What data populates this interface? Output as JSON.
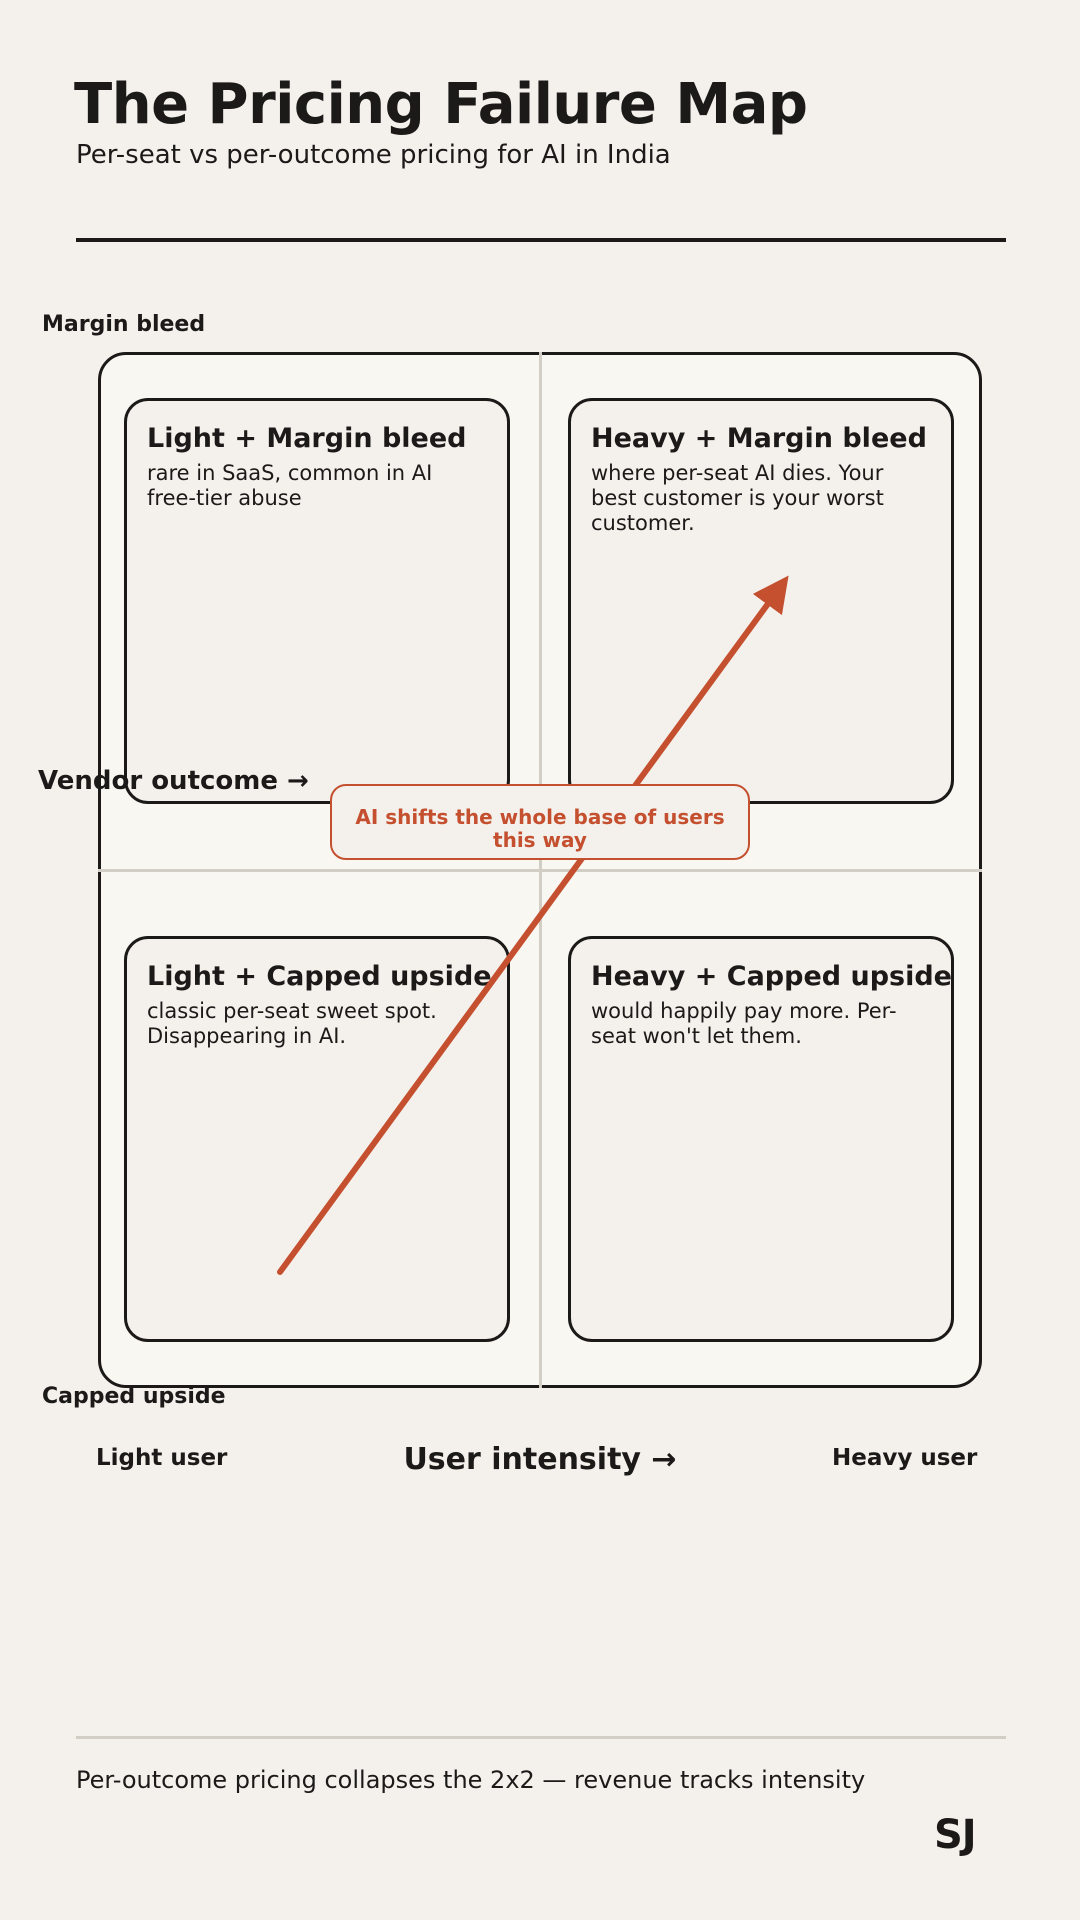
{
  "header": {
    "title": "The Pricing Failure Map",
    "subtitle": "Per-seat vs per-outcome pricing for AI in India"
  },
  "axes": {
    "y_top_label": "Margin bleed",
    "y_bottom_label": "Capped upside",
    "y_title": "Vendor outcome →",
    "x_left_label": "Light user",
    "x_right_label": "Heavy user",
    "x_title": "User intensity →"
  },
  "quadrants": [
    {
      "title": "Light + Margin bleed",
      "description": "rare in SaaS, common in AI free-tier abuse"
    },
    {
      "title": "Heavy + Margin bleed",
      "description": "where per-seat AI dies. Your best customer is your worst customer."
    },
    {
      "title": "Light + Capped upside",
      "description": "classic per-seat sweet spot. Disappearing in AI."
    },
    {
      "title": "Heavy + Capped upside",
      "description": "would happily pay more. Per-seat won't let them."
    }
  ],
  "callout": {
    "text": "AI shifts the whole base of users this way"
  },
  "footer": {
    "text": "Per-outcome pricing collapses the 2x2 — revenue tracks intensity",
    "mark": "SJ"
  },
  "colors": {
    "background": "#f4f1ec",
    "ink": "#1b1a18",
    "accent": "#c4502f",
    "divider": "#d2cdc5"
  }
}
